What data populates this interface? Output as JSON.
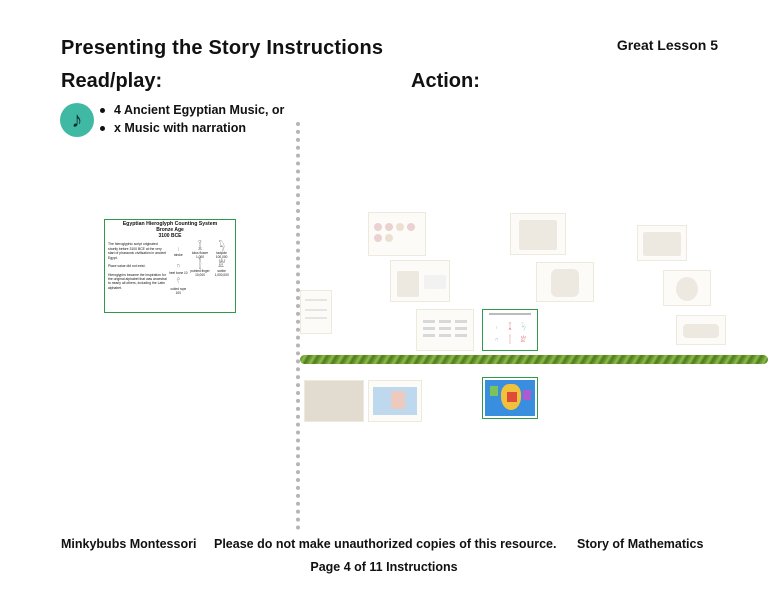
{
  "header": {
    "title": "Presenting the Story Instructions",
    "lesson": "Great Lesson 5"
  },
  "columns": {
    "read_label": "Read/play:",
    "action_label": "Action:"
  },
  "music": {
    "icon": "music-note-icon",
    "items": [
      "4 Ancient Egyptian Music, or",
      "x Music with narration"
    ]
  },
  "card": {
    "title": "Egyptian Hieroglyph Counting System",
    "subtitle": "Bronze Age",
    "date": "3100 BCE",
    "text1": "The hieroglyphic script originated shortly before 3100 BCE at the very start of pharaonic civilisation in ancient Egypt.",
    "text2": "Place value did not exist.",
    "text3": "Hieroglyphs became the inspiration for the original alphabet that was ancestral to nearly all others, including the Latin alphabet.",
    "glyphs": [
      {
        "sym": "𓏺",
        "label": "stroke"
      },
      {
        "sym": "𓎆",
        "label": "heel bone 10"
      },
      {
        "sym": "𓍢",
        "label": "coiled rope 100"
      },
      {
        "sym": "𓆼",
        "label": "lotus flower 1,000"
      },
      {
        "sym": "𓂭",
        "label": "pointed finger 10,000"
      },
      {
        "sym": "𓆐",
        "label": "tadpole 100,000"
      },
      {
        "sym": "𓁨",
        "label": "scribe 1,000,000"
      }
    ]
  },
  "colors": {
    "accent_green": "#2c9a48",
    "music_teal": "#3fb9a4",
    "rope_green": "#6e9e33"
  },
  "footer": {
    "left": "Minkybubs Montessori",
    "middle": "Please do not make unauthorized copies of this resource.",
    "right": "Story of Mathematics",
    "page": "Page 4 of 11 Instructions"
  }
}
